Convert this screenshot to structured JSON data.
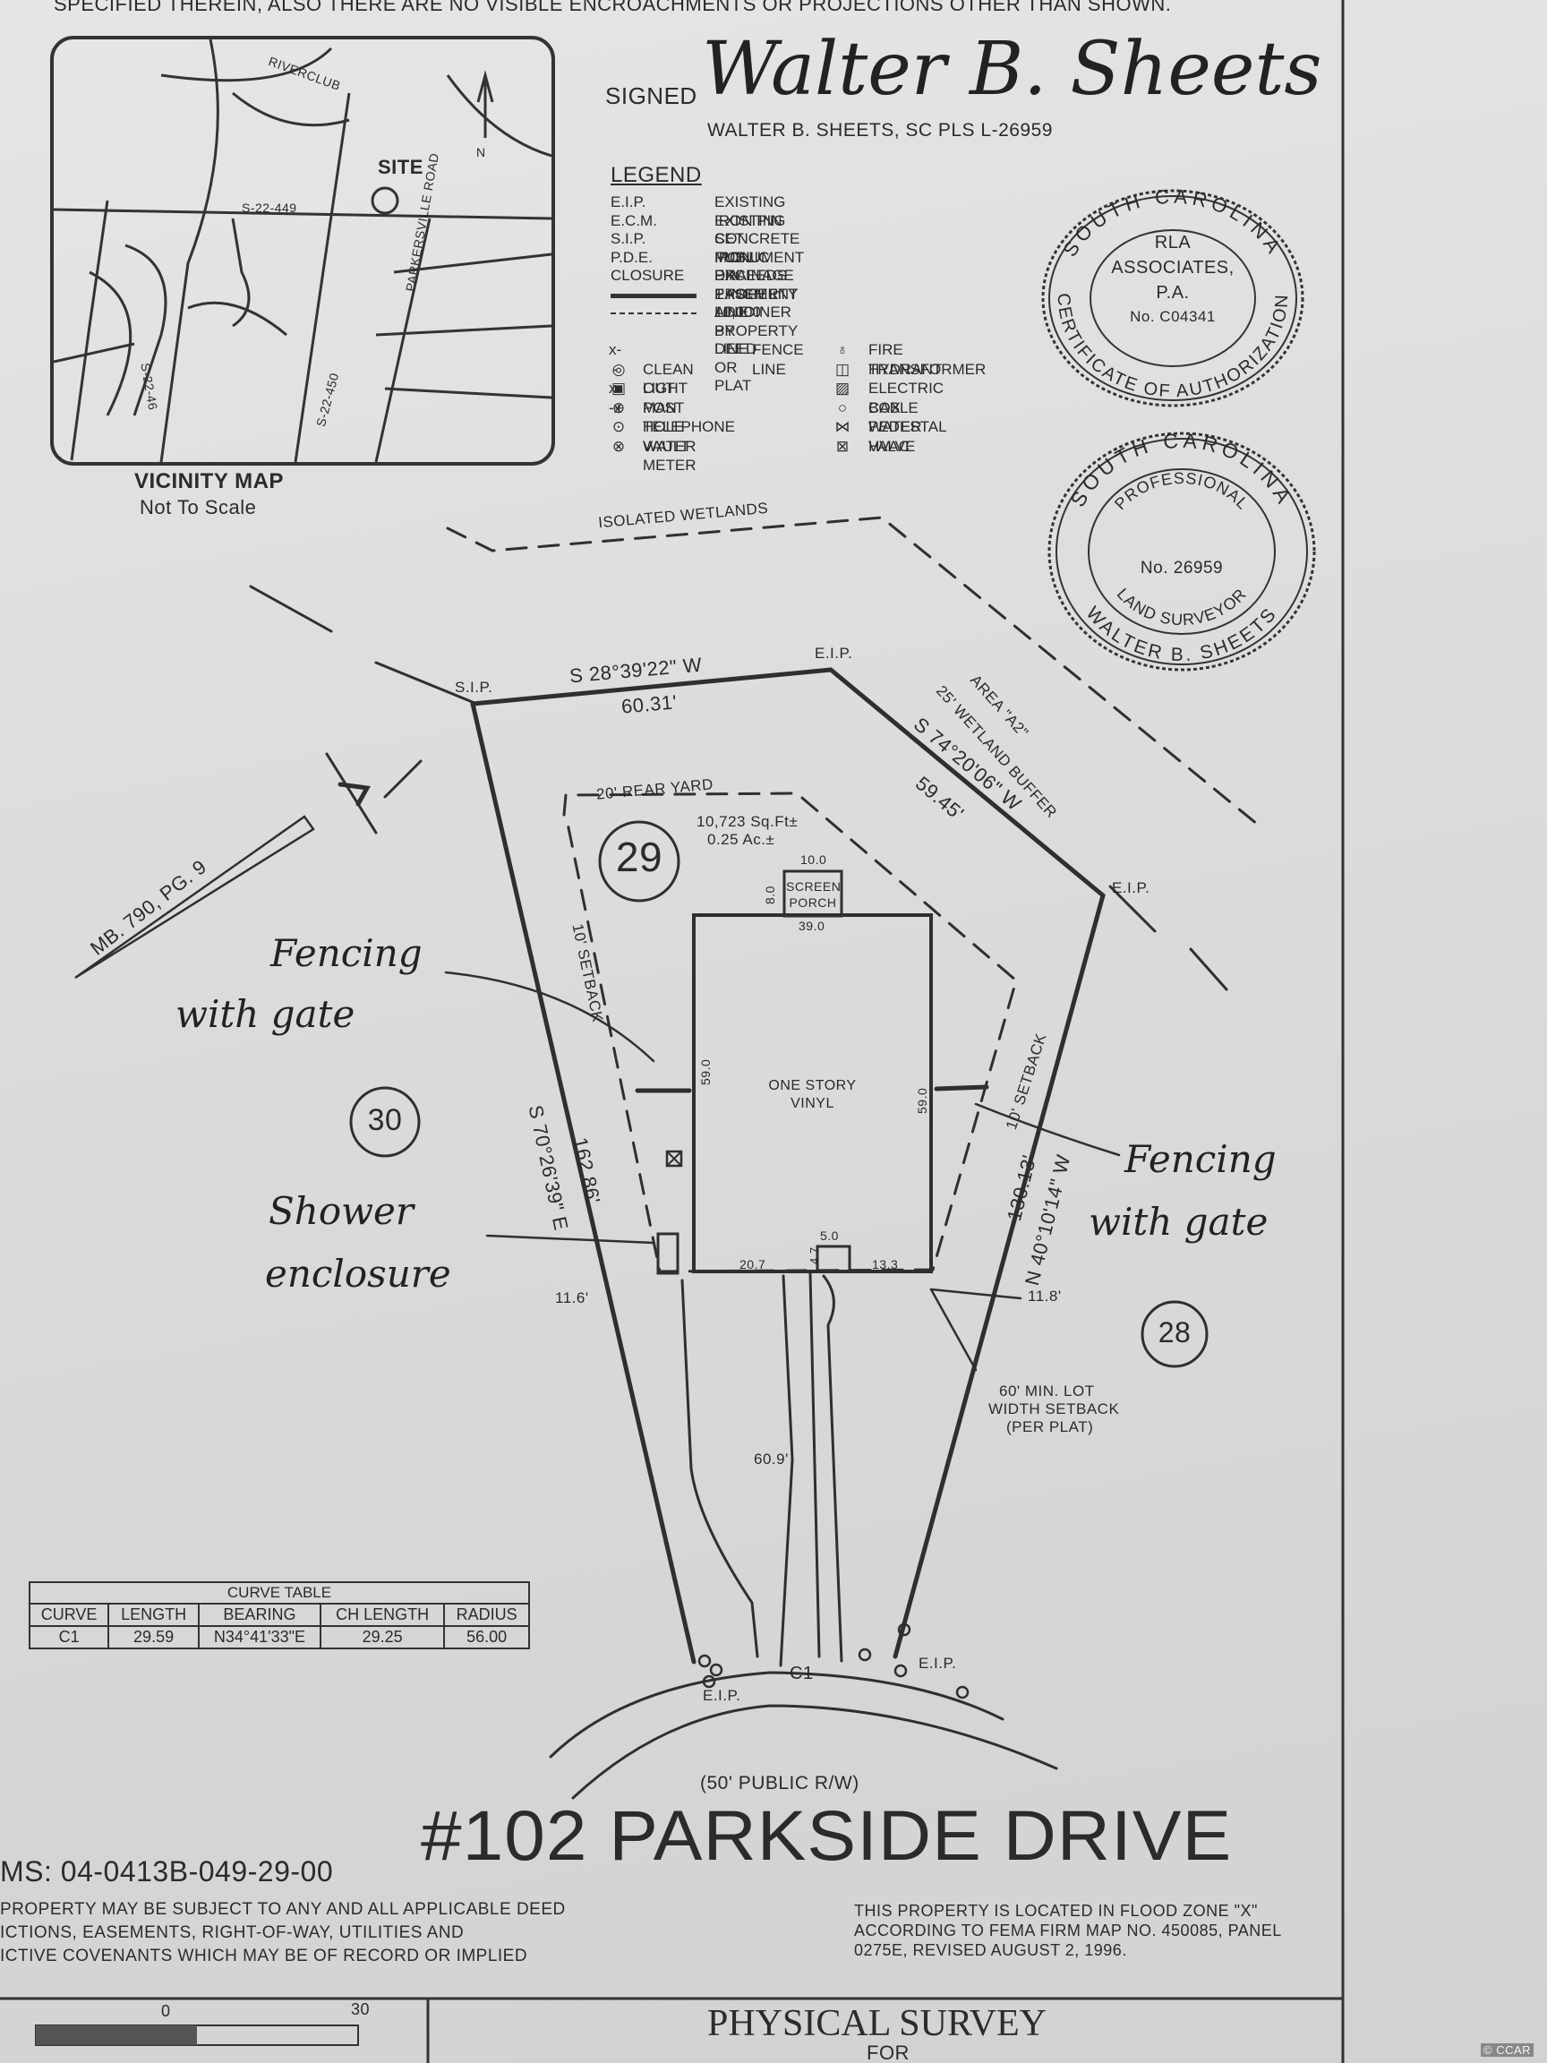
{
  "header": {
    "top_note": "SPECIFIED THEREIN, ALSO THERE ARE NO VISIBLE ENCROACHMENTS OR PROJECTIONS OTHER THAN SHOWN.",
    "signed_label": "SIGNED",
    "signature": "Walter B. Sheets",
    "surveyor_line": "WALTER B. SHEETS, SC PLS   L-26959"
  },
  "vicinity_map": {
    "title": "VICINITY MAP",
    "subtitle": "Not To Scale",
    "labels": {
      "riverclub": "RIVERCLUB",
      "site": "SITE",
      "road1": "S-22-449",
      "road2": "PARKERSVILLE ROAD",
      "road3": "S-22-46",
      "road4": "S-22-450",
      "north": "N"
    }
  },
  "legend": {
    "title": "LEGEND",
    "abbreviations": [
      {
        "abbr": "E.I.P.",
        "desc": "EXISTING IRON PIN"
      },
      {
        "abbr": "E.C.M.",
        "desc": "EXISTING CONCRETE MONUMENT"
      },
      {
        "abbr": "S.I.P.",
        "desc": "SET IRON PIN"
      },
      {
        "abbr": "P.D.E.",
        "desc": "PUBLIC DRAINAGE EASEMENT"
      },
      {
        "abbr": "CLOSURE",
        "desc": "EXCEEDS 1 INCH In 10,000'"
      },
      {
        "abbr": "",
        "desc": "PROPERTY LINE"
      },
      {
        "abbr": "",
        "desc": "ADJOINER PROPERTY LINE"
      },
      {
        "abbr": "",
        "desc": "BY DEED OR PLAT"
      }
    ],
    "symbols_left": [
      {
        "sym": "x--x--x",
        "label": "FENCE LINE"
      },
      {
        "sym": "◎",
        "label": "CLEAN OUT"
      },
      {
        "sym": "▣",
        "label": "LIGHT POST"
      },
      {
        "sym": "⊕",
        "label": "MAN HOLE"
      },
      {
        "sym": "⊙",
        "label": "TELEPHONE VAULT"
      },
      {
        "sym": "⊗",
        "label": "WATER METER"
      }
    ],
    "symbols_right": [
      {
        "sym": "♁",
        "label": "FIRE HYDRANT"
      },
      {
        "sym": "◫",
        "label": "TRANSFORMER"
      },
      {
        "sym": "▨",
        "label": "ELECTRIC BOX"
      },
      {
        "sym": "○",
        "label": "CABLE PEDESTAL"
      },
      {
        "sym": "⋈",
        "label": "WATER VALVE"
      },
      {
        "sym": "⊠",
        "label": "HVAC"
      }
    ]
  },
  "seals": {
    "authorization": {
      "ring_top": "SOUTH CAROLINA",
      "ring_bottom": "CERTIFICATE OF AUTHORIZATION",
      "line1": "RLA",
      "line2": "ASSOCIATES,",
      "line3": "P.A.",
      "line4": "No. C04341"
    },
    "surveyor": {
      "ring_top": "SOUTH CAROLINA",
      "inner_top": "PROFESSIONAL",
      "number": "No. 26959",
      "inner_bottom": "LAND SURVEYOR",
      "ring_bottom": "WALTER B. SHEETS"
    }
  },
  "plat": {
    "isolated_wetlands": "ISOLATED WETLANDS",
    "sip": "S.I.P.",
    "eip_top": "E.I.P.",
    "eip_right": "E.I.P.",
    "eip_bottom_left": "E.I.P.",
    "eip_bottom_right": "E.I.P.",
    "bearing_north": "S 28°39'22\" W",
    "dist_north": "60.31'",
    "buffer_1": "25' WETLAND BUFFER",
    "buffer_2": "AREA \"A2\"",
    "bearing_ne": "S 74°20'06\" W",
    "dist_ne": "59.45'",
    "rear_yard": "20' REAR YARD",
    "area_sqft": "10,723 Sq.Ft±",
    "area_ac": "0.25 Ac.±",
    "lot_29": "29",
    "lot_30": "30",
    "lot_28": "28",
    "porch_w": "10.0",
    "porch_h": "8.0",
    "porch_1": "SCREEN",
    "porch_2": "PORCH",
    "house_w": "39.0",
    "house_left": "59.0",
    "house_right": "59.0",
    "house_1": "ONE STORY",
    "house_2": "VINYL",
    "setback_left": "10' SETBACK",
    "setback_right": "10' SETBACK",
    "bearing_west": "S 70°26'39\" E",
    "dist_west": "162.86'",
    "bearing_east": "N 40°10'14\" W",
    "dist_east": "130.13'",
    "dim_20_7": "20.7",
    "dim_4_7": "4.7",
    "dim_5_0": "5.0",
    "dim_13_3": "13.3",
    "dim_11_6": "11.6'",
    "dim_11_8": "11.8'",
    "min_lot_1": "60' MIN. LOT",
    "min_lot_2": "WIDTH SETBACK",
    "min_lot_3": "(PER PLAT)",
    "drive_dim": "60.9'",
    "curve_label": "C1",
    "public_rw": "(50' PUBLIC R/W)",
    "mb_ref": "MB. 790, PG. 9"
  },
  "handwriting": {
    "fence_left_1": "Fencing",
    "fence_left_2": "with gate",
    "shower_1": "Shower",
    "shower_2": "enclosure",
    "fence_right_1": "Fencing",
    "fence_right_2": "with gate"
  },
  "curve_table": {
    "title": "CURVE TABLE",
    "headers": [
      "CURVE",
      "LENGTH",
      "BEARING",
      "CH LENGTH",
      "RADIUS"
    ],
    "rows": [
      [
        "C1",
        "29.59",
        "N34°41'33\"E",
        "29.25",
        "56.00"
      ]
    ]
  },
  "footer": {
    "address": "#102 PARKSIDE DRIVE",
    "tms": "MS: 04-0413B-049-29-00",
    "deed_1": "PROPERTY MAY BE SUBJECT TO ANY AND ALL APPLICABLE DEED",
    "deed_2": "ICTIONS, EASEMENTS, RIGHT-OF-WAY, UTILITIES AND",
    "deed_3": "ICTIVE COVENANTS WHICH MAY BE OF RECORD OR IMPLIED",
    "flood_1": "THIS PROPERTY IS LOCATED IN FLOOD ZONE \"X\"",
    "flood_2": "ACCORDING TO FEMA FIRM MAP NO. 450085, PANEL",
    "flood_3": "0275E, REVISED AUGUST 2, 1996.",
    "scale_0": "0",
    "scale_30": "30",
    "survey_title": "PHYSICAL SURVEY",
    "survey_for": "FOR",
    "watermark": "© CCAR"
  }
}
